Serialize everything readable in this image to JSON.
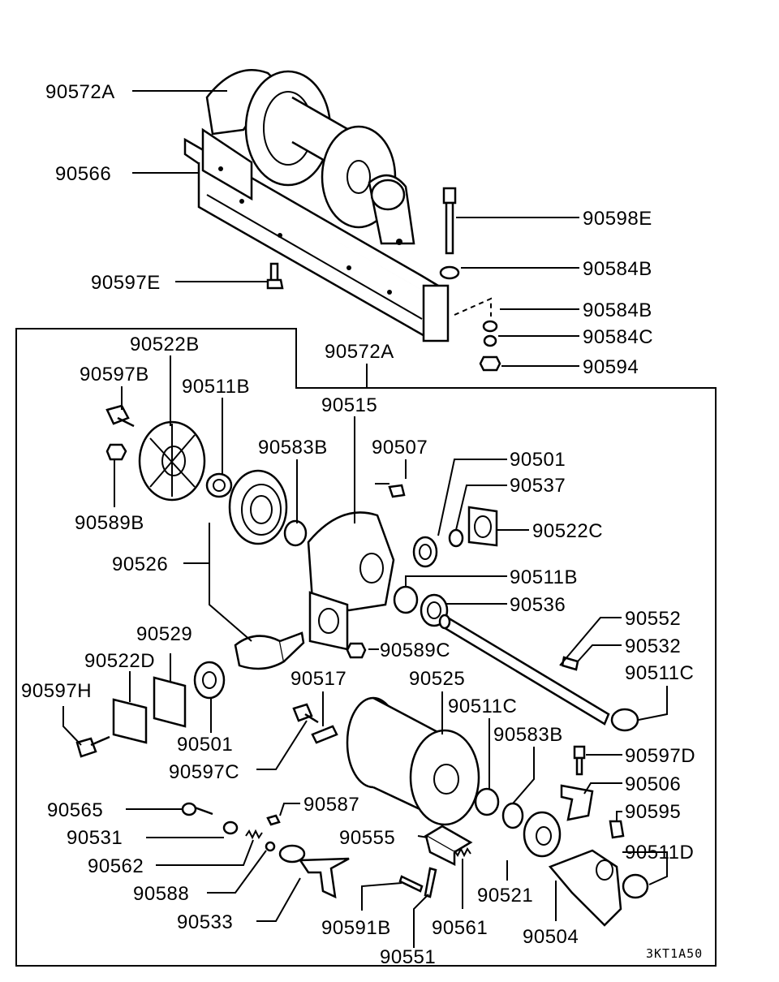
{
  "drawing_code": "3KT1A50",
  "labels": {
    "l90572A_top": "90572A",
    "l90566": "90566",
    "l90598E": "90598E",
    "l90584B_a": "90584B",
    "l90597E": "90597E",
    "l90584B_b": "90584B",
    "l90584C": "90584C",
    "l90594": "90594",
    "l90522B": "90522B",
    "l90572A_box": "90572A",
    "l90597B": "90597B",
    "l90511B_a": "90511B",
    "l90515": "90515",
    "l90583B_a": "90583B",
    "l90507": "90507",
    "l90501_a": "90501",
    "l90537": "90537",
    "l90522C": "90522C",
    "l90589B": "90589B",
    "l90526": "90526",
    "l90511B_b": "90511B",
    "l90536": "90536",
    "l90552": "90552",
    "l90529": "90529",
    "l90589C": "90589C",
    "l90532": "90532",
    "l90522D": "90522D",
    "l90517": "90517",
    "l90525": "90525",
    "l90511C_a": "90511C",
    "l90597H": "90597H",
    "l90511C_b": "90511C",
    "l90583B_b": "90583B",
    "l90501_b": "90501",
    "l90597D": "90597D",
    "l90597C": "90597C",
    "l90506": "90506",
    "l90565": "90565",
    "l90587": "90587",
    "l90595": "90595",
    "l90531": "90531",
    "l90555": "90555",
    "l90511D": "90511D",
    "l90562": "90562",
    "l90521": "90521",
    "l90588": "90588",
    "l90533": "90533",
    "l90591B": "90591B",
    "l90561": "90561",
    "l90504": "90504",
    "l90551": "90551"
  }
}
